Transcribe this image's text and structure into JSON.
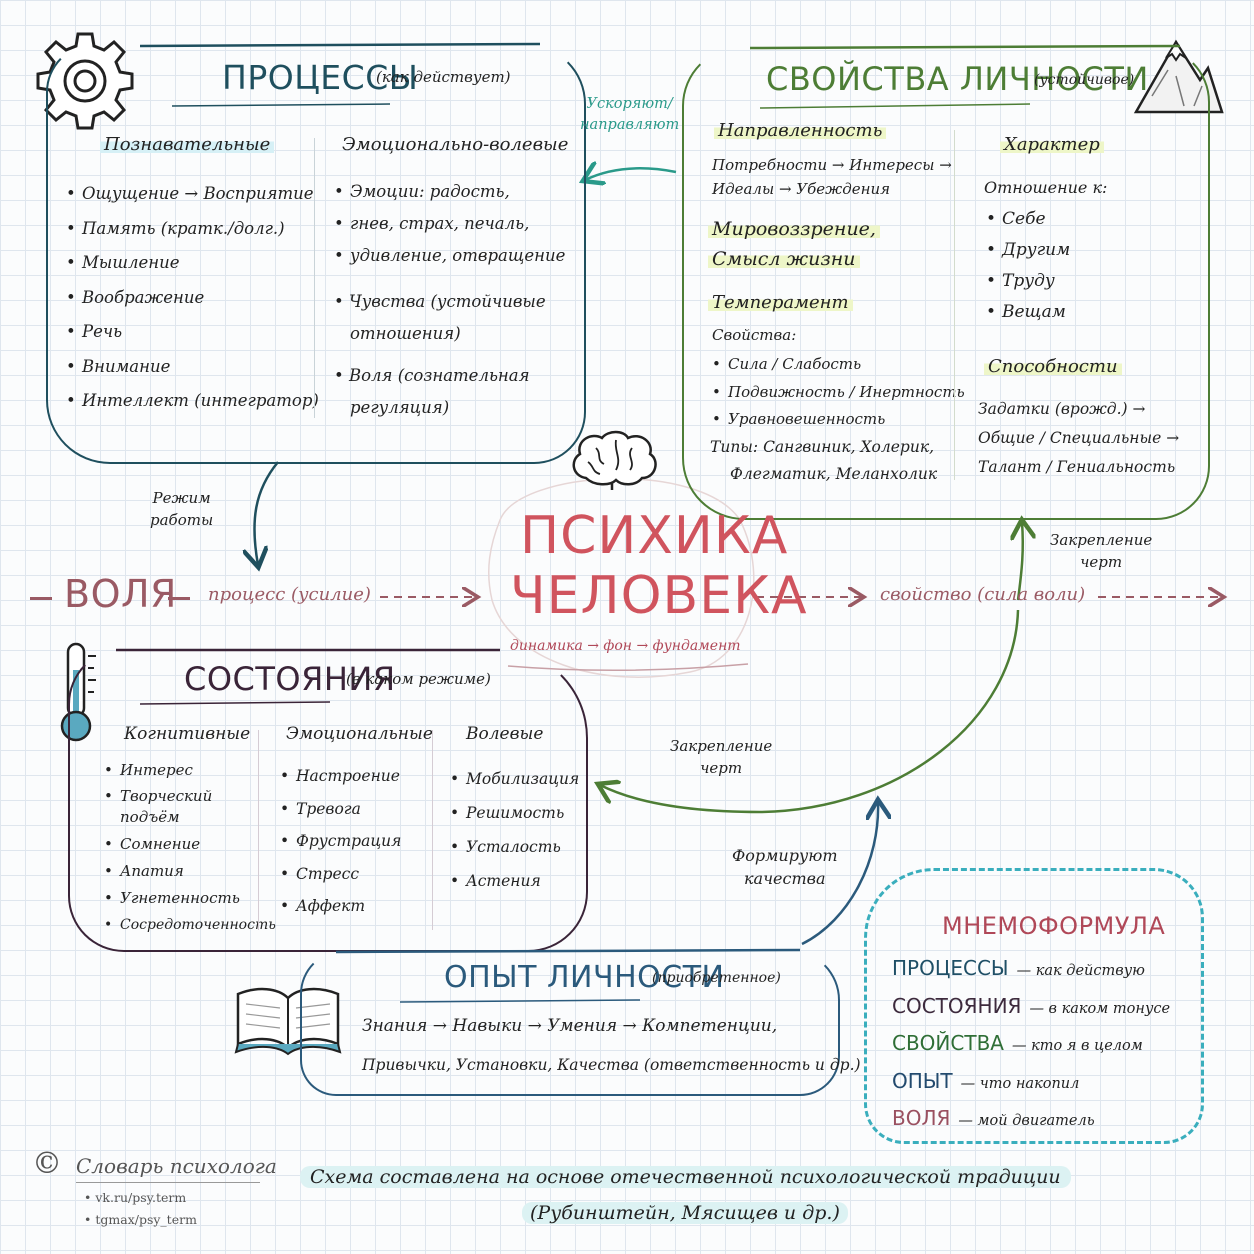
{
  "processes": {
    "title": "ПРОЦЕССЫ",
    "subtitle": "(как действует)",
    "col1": {
      "heading": "Познавательные",
      "items": [
        "Ощущение → Восприятие",
        "Память (кратк./долг.)",
        "Мышление",
        "Воображение",
        "Речь",
        "Внимание",
        "Интеллект (интегратор)"
      ]
    },
    "col2": {
      "heading": "Эмоционально-волевые",
      "items": [
        "Эмоции: радость,",
        "гнев, страх, печаль,",
        "удивление, отвращение",
        "Чувства (устойчивые",
        "отношения)",
        "Воля (сознательная",
        "регуляция)"
      ]
    }
  },
  "properties": {
    "title": "СВОЙСТВА ЛИЧНОСТИ",
    "subtitle": "(устойчивое)",
    "orientation": {
      "heading": "Направленность",
      "line1": "Потребности → Интересы →",
      "line2": "Идеалы → Убеждения"
    },
    "worldview": {
      "line1": "Мировоззрение,",
      "line2": "Смысл жизни"
    },
    "temperament": {
      "heading": "Темперамент",
      "props_label": "Свойства:",
      "items": [
        "Сила / Слабость",
        "Подвижность / Инертность",
        "Уравновешенность"
      ],
      "types1": "Типы: Сангвиник, Холерик,",
      "types2": "Флегматик, Меланхолик"
    },
    "character": {
      "heading": "Характер",
      "relation": "Отношение к:",
      "items": [
        "Себе",
        "Другим",
        "Труду",
        "Вещам"
      ]
    },
    "abilities": {
      "heading": "Способности",
      "line1": "Задатки (врожд.) →",
      "line2": "Общие / Специальные →",
      "line3": "Талант / Гениальность"
    }
  },
  "center": {
    "line1": "ПСИХИКА",
    "line2": "ЧЕЛОВЕКА",
    "caption": "динамика → фон → фундамент"
  },
  "will": {
    "label": "ВОЛЯ",
    "process": "процесс (усилие)",
    "property": "свойство (сила воли)"
  },
  "arrows": {
    "accelerate1": "Ускоряют/",
    "accelerate2": "направляют",
    "mode1": "Режим",
    "mode2": "работы",
    "fix_top1": "Закрепление",
    "fix_top2": "черт",
    "fix_mid1": "Закрепление",
    "fix_mid2": "черт",
    "form1": "Формируют",
    "form2": "качества"
  },
  "states": {
    "title": "СОСТОЯНИЯ",
    "subtitle": "(в каком режиме)",
    "cognitive": {
      "heading": "Когнитивные",
      "items": [
        "Интерес",
        "Творческий",
        "подъём",
        "Сомнение",
        "Апатия",
        "Угнетенность",
        "Сосредоточенность"
      ]
    },
    "emotional": {
      "heading": "Эмоциональные",
      "items": [
        "Настроение",
        "Тревога",
        "Фрустрация",
        "Стресс",
        "Аффект"
      ]
    },
    "volitional": {
      "heading": "Волевые",
      "items": [
        "Мобилизация",
        "Решимость",
        "Усталость",
        "Астения"
      ]
    }
  },
  "experience": {
    "title": "ОПЫТ ЛИЧНОСТИ",
    "subtitle": "(приобретенное)",
    "line1": "Знания → Навыки → Умения → Компетенции,",
    "line2": "Привычки, Установки, Качества (ответственность и др.)"
  },
  "mnemo": {
    "title": "МНЕМОФОРМУЛА",
    "rows": [
      {
        "key": "ПРОЦЕССЫ",
        "text": "— как действую",
        "color": "#1f4f66"
      },
      {
        "key": "СОСТОЯНИЯ",
        "text": "— в каком тонусе",
        "color": "#3d2a3d"
      },
      {
        "key": "СВОЙСТВА",
        "text": "— кто я в целом",
        "color": "#2f6e36"
      },
      {
        "key": "ОПЫТ",
        "text": "— что накопил",
        "color": "#234a6e"
      },
      {
        "key": "ВОЛЯ",
        "text": "— мой двигатель",
        "color": "#9a5060"
      }
    ]
  },
  "footer": {
    "copyright": "©",
    "brand": "Словарь психолога",
    "link1": "vk.ru/psy.term",
    "link2": "tgmax/psy_term",
    "note1": "Схема составлена на основе отечественной психологической традиции",
    "note2": "(Рубинштейн, Мясищев и др.)"
  },
  "colors": {
    "processes": "#1f4f5e",
    "properties": "#4d7d35",
    "states": "#3a2438",
    "experience": "#2b5a7c",
    "center": "#d0545e",
    "will": "#9a5a64",
    "mnemo_border": "#3aaebd"
  },
  "icons": [
    "gear-icon",
    "mountain-icon",
    "brain-icon",
    "thermometer-icon",
    "book-icon"
  ]
}
